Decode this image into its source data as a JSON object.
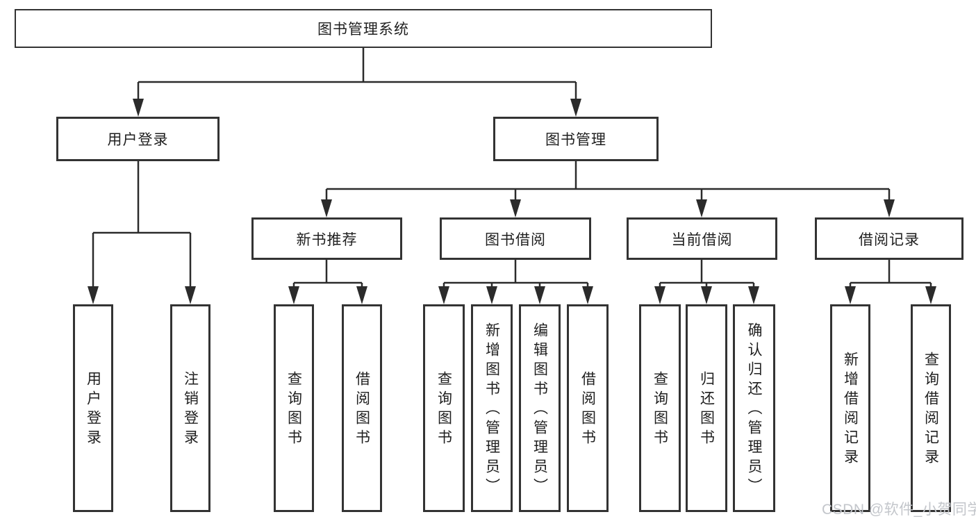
{
  "diagram": {
    "title": "图书管理系统",
    "root": {
      "label": "图书管理系统"
    },
    "level2": [
      {
        "label": "用户登录"
      },
      {
        "label": "图书管理"
      }
    ],
    "level3": [
      {
        "label": "新书推荐"
      },
      {
        "label": "图书借阅"
      },
      {
        "label": "当前借阅"
      },
      {
        "label": "借阅记录"
      }
    ],
    "leaves": {
      "user": [
        "用户登录",
        "注销登录"
      ],
      "recommend": [
        "查询图书",
        "借阅图书"
      ],
      "borrow": [
        "查询图书",
        "新增图书（管理员）",
        "编辑图书（管理员）",
        "借阅图书"
      ],
      "current": [
        "查询图书",
        "归还图书",
        "确认归还（管理员）"
      ],
      "records": [
        "新增借阅记录",
        "查询借阅记录"
      ]
    },
    "colors": {
      "line": "#2b2b2b",
      "border": "#333333",
      "text": "#1f1f1f",
      "watermark": "#c3c6cb"
    },
    "watermark": "CSDN @软件_小贺同学"
  }
}
